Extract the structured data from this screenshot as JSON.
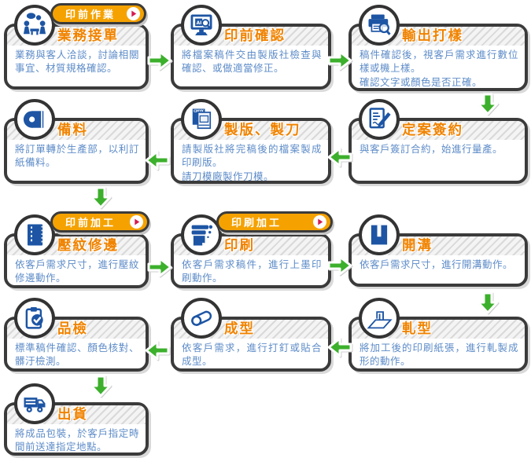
{
  "colors": {
    "card_border": "#3b3b3b",
    "title_orange": "#f08300",
    "badge_orange": "#f5a200",
    "desc_blue": "#5e8cc8",
    "icon_blue": "#1d55a4",
    "arrow_green": "#3cb02c",
    "play_red": "#d61a4e"
  },
  "badges": [
    {
      "label": "印前作業",
      "icon": "play-icon"
    },
    {
      "label": "印前加工",
      "icon": "play-icon"
    },
    {
      "label": "印刷加工",
      "icon": "play-icon"
    }
  ],
  "cards": [
    {
      "title": "業務接單",
      "icon": "meeting-icon",
      "desc": "業務與客人洽談，討論相關事宜、材質規格確認。"
    },
    {
      "title": "印前確認",
      "icon": "monitor-check-icon",
      "desc": "將檔案稿件交由製版社檢查與確認、或做適當修正。"
    },
    {
      "title": "輸出打樣",
      "icon": "printer-search-icon",
      "desc": "稿件確認後，視客戶需求進行數位樣或機上樣。\n確認文字或顏色是否正確。"
    },
    {
      "title": "備料",
      "icon": "paper-roll-icon",
      "desc": "將訂單轉於生產部，以利訂紙備料。"
    },
    {
      "title": "製版、製刀",
      "icon": "cmyk-plates-icon",
      "desc": "請製版社將完稿後的檔案製成印刷版。\n請刀模廠製作刀模。"
    },
    {
      "title": "定案簽約",
      "icon": "contract-pen-icon",
      "desc": "與客戶簽訂合約，始進行量產。"
    },
    {
      "title": "壓紋修邊",
      "icon": "emboss-trim-icon",
      "desc": "依客戶需求尺寸，進行壓紋修邊動作。"
    },
    {
      "title": "印刷",
      "icon": "printing-press-icon",
      "desc": "依客戶需求稿件，進行上墨印刷動作。"
    },
    {
      "title": "開溝",
      "icon": "groove-icon",
      "desc": "依客戶需求尺寸，進行開溝動作。"
    },
    {
      "title": "品檢",
      "icon": "quality-check-icon",
      "desc": "標準稿件確認、顏色核對、髒汙檢測。"
    },
    {
      "title": "成型",
      "icon": "roller-forming-icon",
      "desc": "依客戶需求，進行打釘或貼合成型。"
    },
    {
      "title": "軋型",
      "icon": "die-cut-icon",
      "desc": "將加工後的印刷紙張，進行軋製成形的動作。"
    },
    {
      "title": "出貨",
      "icon": "delivery-truck-icon",
      "desc": "將成品包裝，於客戶指定時間前送達指定地點。"
    }
  ],
  "flow_arrows": [
    "right",
    "right",
    "down",
    "left",
    "left",
    "down",
    "right",
    "right",
    "down",
    "left",
    "left",
    "down"
  ]
}
